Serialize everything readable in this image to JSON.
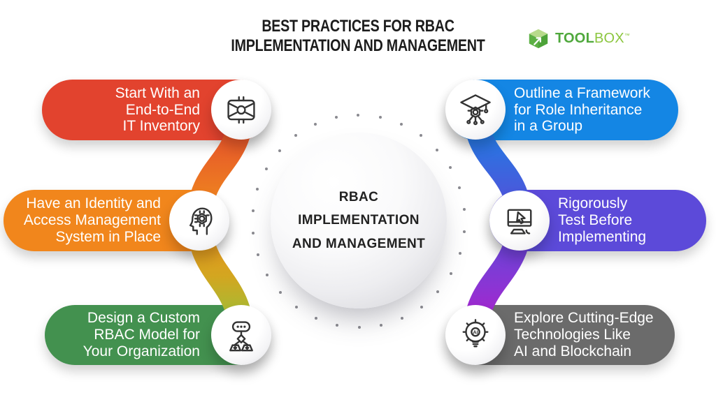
{
  "header": {
    "title": "BEST PRACTICES FOR RBAC\nIMPLEMENTATION AND MANAGEMENT",
    "logo": {
      "part_bold": "TOOL",
      "part_light": "BOX",
      "trademark": "™"
    }
  },
  "center": {
    "title": "RBAC\nIMPLEMENTATION\nAND MANAGEMENT"
  },
  "items": [
    {
      "label": "Start With an\nEnd-to-End\nIT Inventory",
      "color": "#E2432E",
      "icon": "chip-icon"
    },
    {
      "label": "Have an Identity and\nAccess Management\nSystem in Place",
      "color": "#F1861C",
      "icon": "ai-head-icon"
    },
    {
      "label": "Design a Custom\nRBAC Model for\nYour Organization",
      "color": "#43914F",
      "icon": "flowchart-icon"
    },
    {
      "label": "Outline a Framework\nfor Role Inheritance\nin a Group",
      "color": "#1486E4",
      "icon": "graduation-ai-icon"
    },
    {
      "label": "Rigorously\nTest Before\nImplementing",
      "color": "#5C4AD9",
      "icon": "monitor-cursor-icon"
    },
    {
      "label": "Explore Cutting-Edge\nTechnologies Like\nAI and Blockchain",
      "color": "#6B6B6B",
      "icon": "ai-gear-icon"
    }
  ],
  "colors": {
    "ribbon_left": [
      "#E2432E",
      "#F08A1E",
      "#D3A620",
      "#8DC63F"
    ],
    "ribbon_right": [
      "#1486E4",
      "#5C4AD9",
      "#8A35D4",
      "#B51BC8"
    ],
    "logo_green_dark": "#4FA83C",
    "logo_green_light": "#8CC63F",
    "title_text": "#1C1C1C",
    "pill_text": "#FFFFFF"
  },
  "icon_labels": {
    "ai": "AI"
  }
}
